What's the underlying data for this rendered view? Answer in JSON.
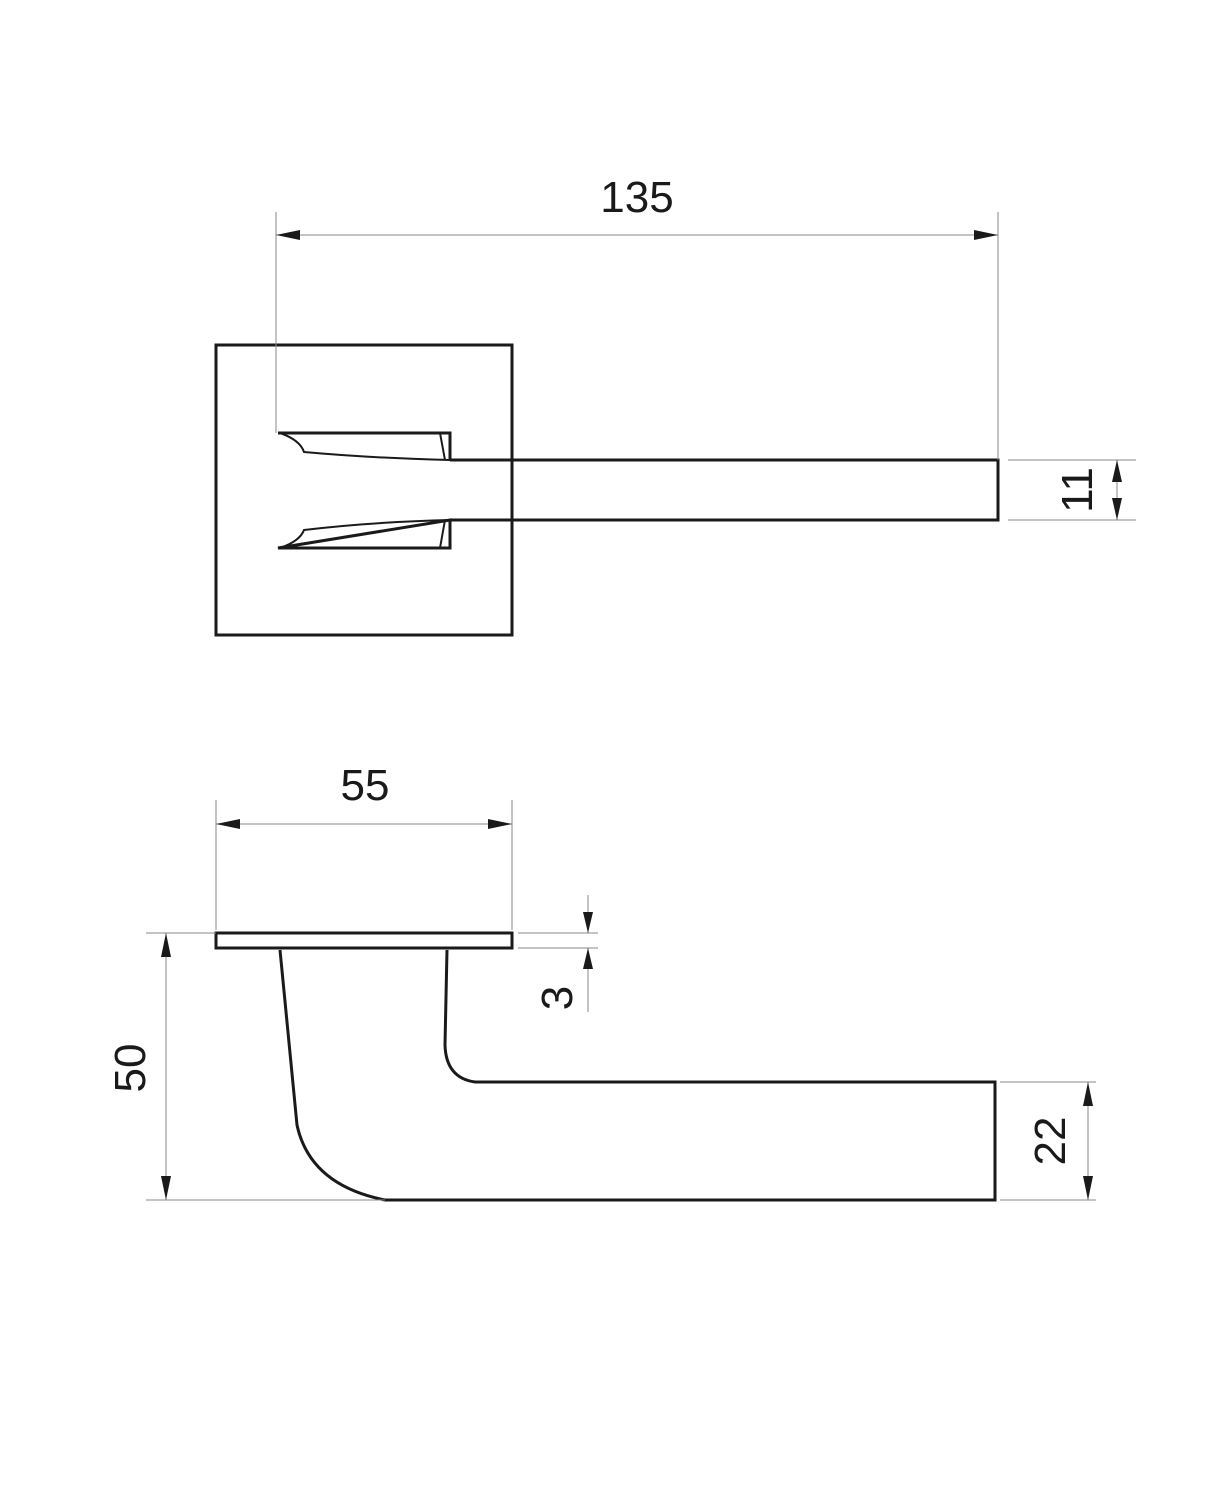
{
  "dimensions": {
    "overall_length": "135",
    "lever_thickness": "11",
    "rose_width": "55",
    "rose_thickness": "3",
    "total_projection": "50",
    "lever_height": "22"
  }
}
